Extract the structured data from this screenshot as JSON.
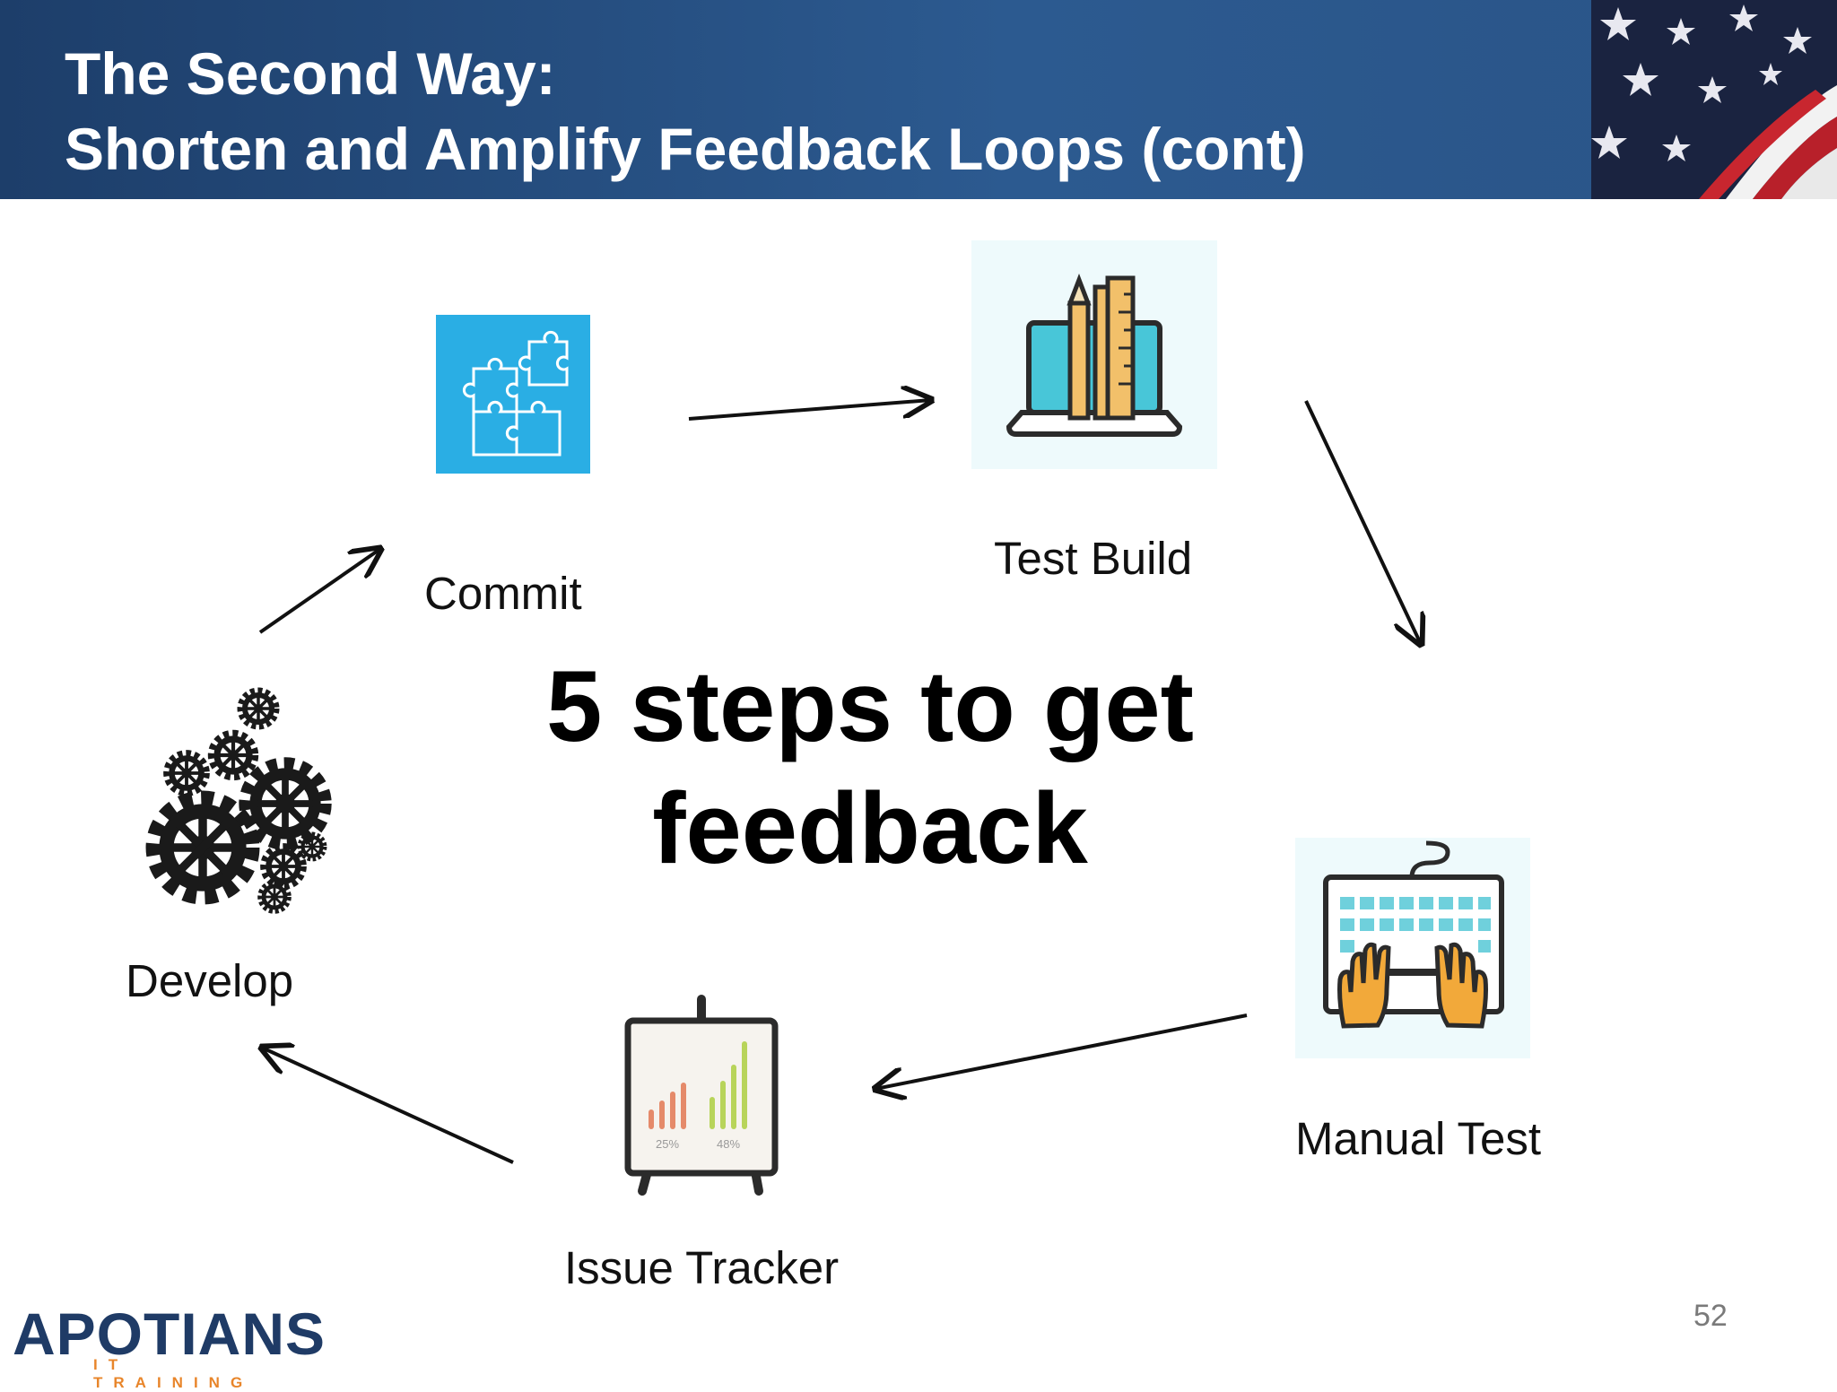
{
  "header": {
    "title_line1": "The Second Way:",
    "title_line2": "Shorten and Amplify Feedback Loops (cont)"
  },
  "center": {
    "line1": "5 steps to get",
    "line2": "feedback"
  },
  "steps": [
    {
      "label": "Commit",
      "icon": "puzzle-icon"
    },
    {
      "label": "Test Build",
      "icon": "laptop-tools-icon"
    },
    {
      "label": "Manual Test",
      "icon": "keyboard-hands-icon"
    },
    {
      "label": "Issue Tracker",
      "icon": "chart-board-icon"
    },
    {
      "label": "Develop",
      "icon": "gears-icon"
    }
  ],
  "chart_board": {
    "left_value": "25%",
    "right_value": "48%"
  },
  "logo": {
    "name": "APOTIANS",
    "tagline": "IT TRAINING"
  },
  "page_number": "52",
  "colors": {
    "header_dark": "#1d3e6a",
    "header_light": "#2c5a90",
    "puzzle_blue": "#2aaee4",
    "logo_navy": "#1f3b66",
    "logo_orange": "#e8852a"
  }
}
